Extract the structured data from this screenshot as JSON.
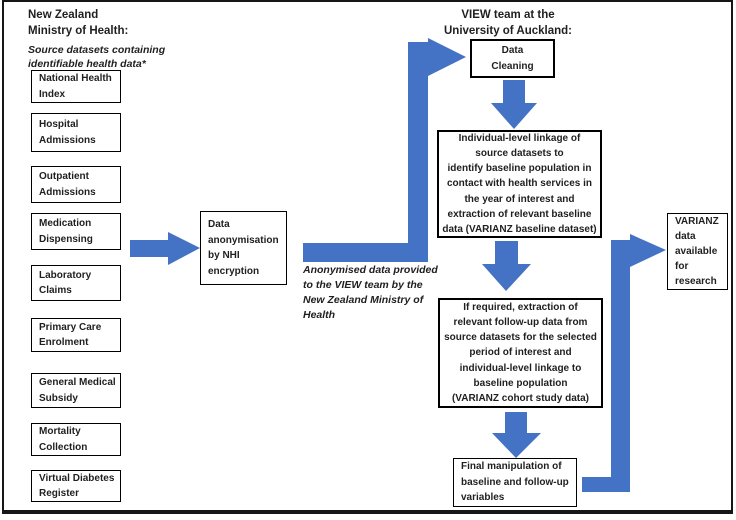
{
  "headers": {
    "left_line1": "New Zealand",
    "left_line2": "Ministry of Health:",
    "left_subtitle": "Source datasets containing\nidentifiable health data*",
    "right_line1": "VIEW team at the",
    "right_line2": "University of Auckland:"
  },
  "source_datasets": [
    "National Health\nIndex",
    "Hospital\nAdmissions",
    "Outpatient\nAdmissions",
    "Medication\nDispensing",
    "Laboratory\nClaims",
    "Primary Care\nEnrolment",
    "General Medical\nSubsidy",
    "Mortality\nCollection",
    "Virtual Diabetes\nRegister"
  ],
  "boxes": {
    "anonymisation": "Data\nanonymisation\nby NHI\nencryption",
    "cleaning": "Data\nCleaning",
    "linkage": "Individual-level linkage of\nsource datasets to\nidentify baseline population in\ncontact with health services in\nthe year of interest and\nextraction of relevant baseline\ndata (VARIANZ baseline dataset)",
    "followup": "If required, extraction of\nrelevant follow-up data from\nsource datasets for the selected\nperiod of interest and\nindividual-level linkage to\nbaseline population\n(VARIANZ cohort study data)",
    "final": "Final manipulation of\nbaseline and follow-up\nvariables",
    "output": "VARIANZ\ndata\navailable\nfor\nresearch"
  },
  "caption": "Anonymised data provided\nto the VIEW team by the\nNew Zealand Ministry of\nHealth",
  "flows": [
    {
      "from": "source datasets",
      "to": "Data anonymisation by NHI encryption"
    },
    {
      "from": "Data anonymisation by NHI encryption",
      "to": "Data Cleaning",
      "label": "Anonymised data provided to the VIEW team by the New Zealand Ministry of Health"
    },
    {
      "from": "Data Cleaning",
      "to": "Individual-level linkage (VARIANZ baseline dataset)"
    },
    {
      "from": "Individual-level linkage (VARIANZ baseline dataset)",
      "to": "Follow-up extraction (VARIANZ cohort study data)"
    },
    {
      "from": "Follow-up extraction (VARIANZ cohort study data)",
      "to": "Final manipulation of baseline and follow-up variables"
    },
    {
      "from": "Final manipulation of baseline and follow-up variables",
      "to": "VARIANZ data available for research"
    }
  ],
  "colors": {
    "accent": "#4472C4",
    "border": "#161616",
    "text": "#1f1f1f"
  }
}
